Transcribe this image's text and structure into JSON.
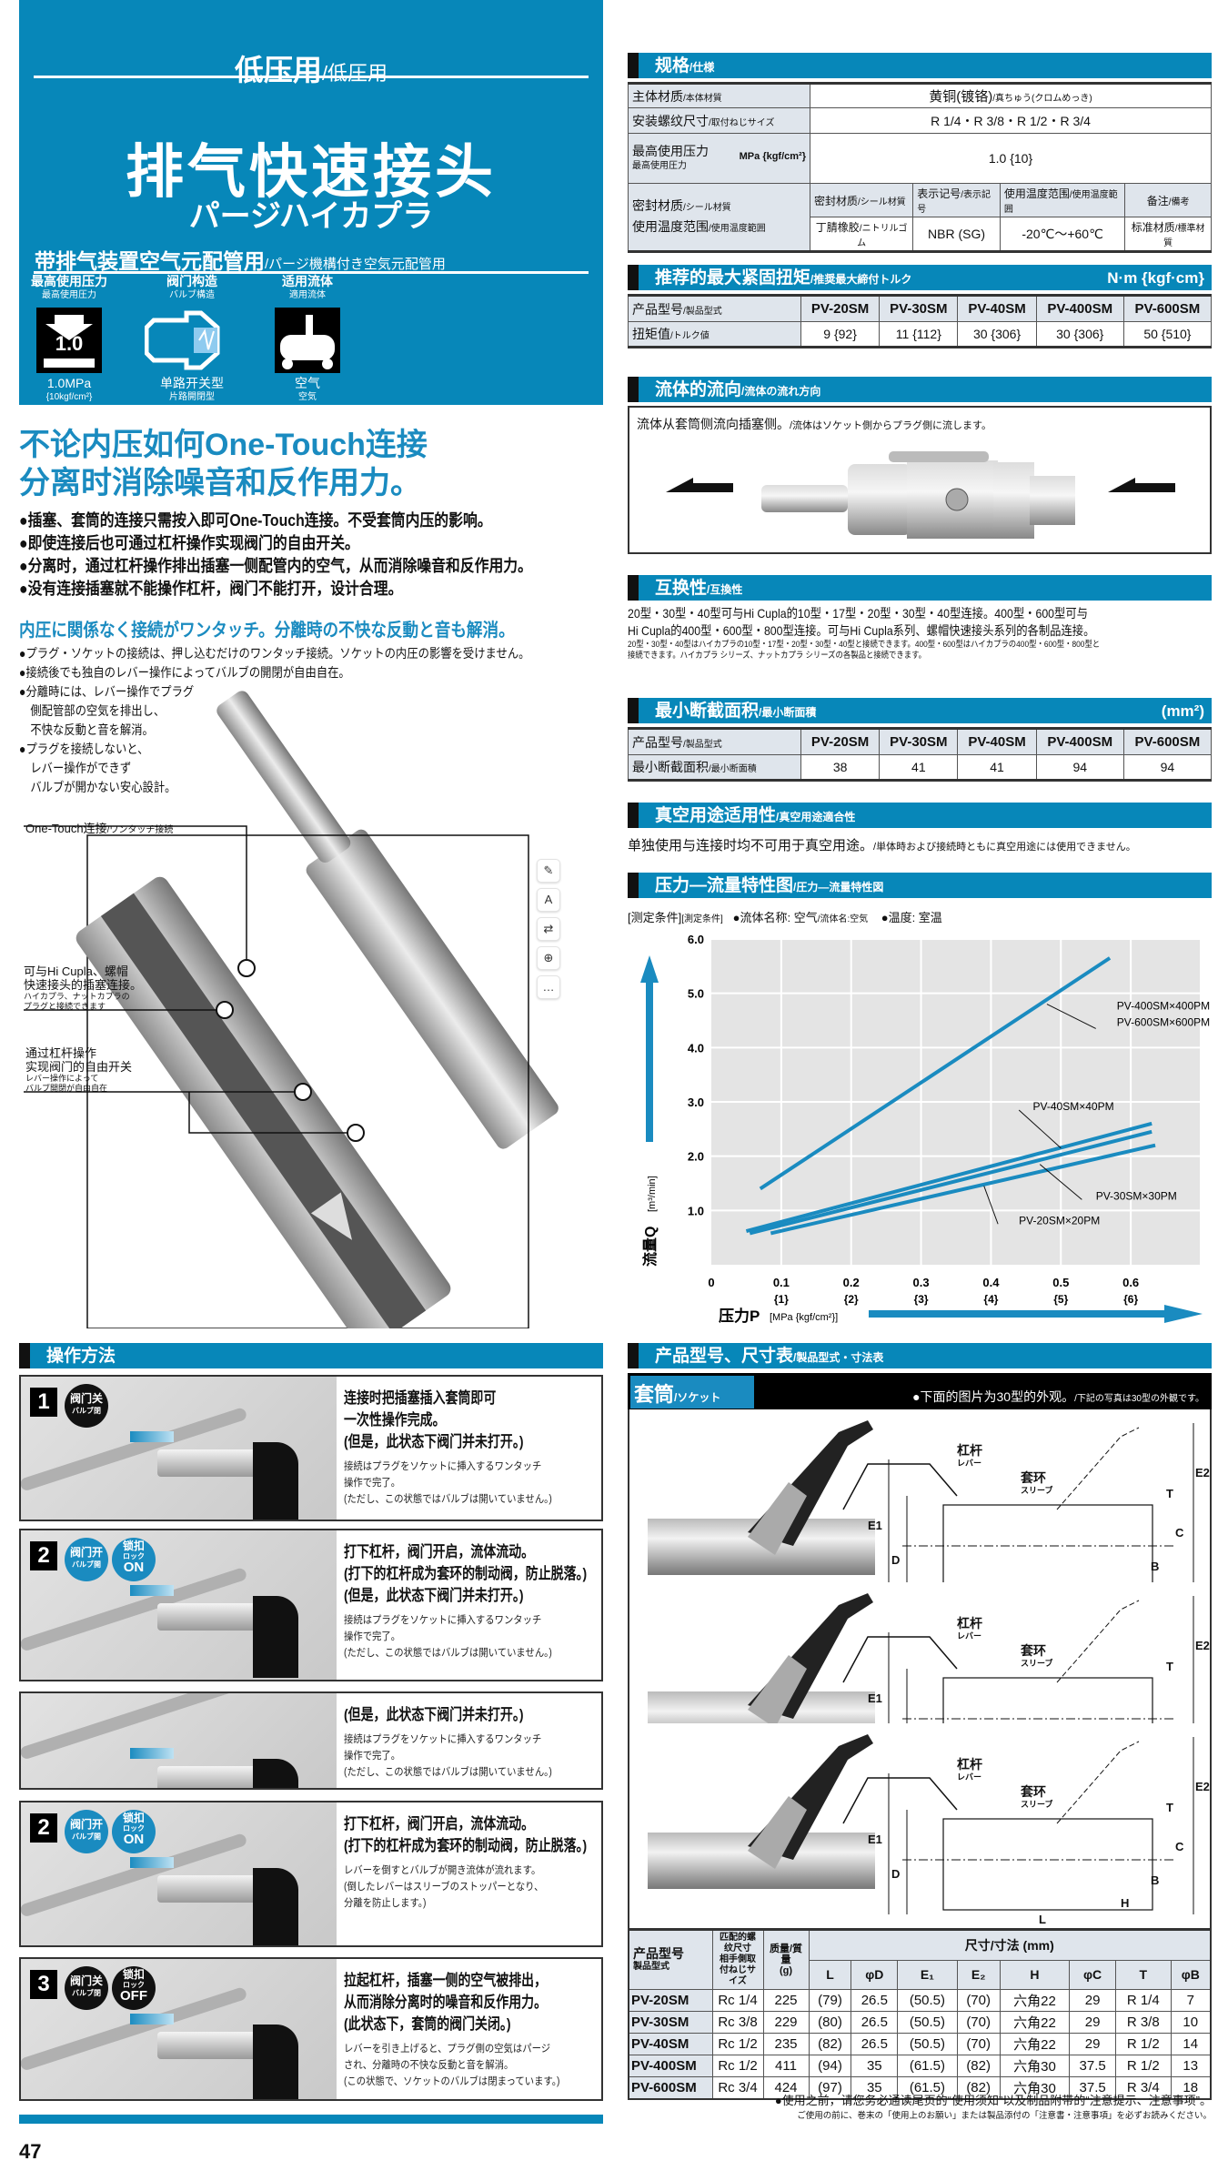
{
  "hero": {
    "category": "低压用",
    "category_ja": "/低圧用",
    "title": "排气快速接头",
    "subtitle": "パージハイカプラ",
    "use": "带排气装置空气元配管用",
    "use_ja": "/パージ機構付き空気元配管用",
    "features": [
      {
        "label": "最高使用压力",
        "label_ja": "最高使用圧力",
        "icon_value": "1.0",
        "caption": "1.0MPa",
        "caption2": "{10kgf/cm²}"
      },
      {
        "label": "阀门构造",
        "label_ja": "バルブ構造",
        "caption": "单路开关型",
        "caption2": "片路開閉型"
      },
      {
        "label": "适用流体",
        "label_ja": "適用流体",
        "caption": "空气",
        "caption2": "空気"
      }
    ]
  },
  "headline": [
    "不论内压如何One-Touch连接",
    "分离时消除噪音和反作用力。"
  ],
  "bullets": [
    "●插塞、套筒的连接只需按入即可One-Touch连接。不受套筒内压的影响。",
    "●即使连接后也可通过杠杆操作实现阀门的自由开关。",
    "●分离时，通过杠杆操作排出插塞一侧配管内的空气，从而消除噪音和反作用力。",
    "●没有连接插塞就不能操作杠杆，阀门不能打开，设计合理。"
  ],
  "jp_heading": "内圧に関係なく接続がワンタッチ。分離時の不快な反動と音も解消。",
  "jp_bullets": [
    "●プラグ・ソケットの接続は、押し込むだけのワンタッチ接続。ソケットの内圧の影響を受けません。",
    "●接続後でも独自のレバー操作によってバルブの開閉が自由自在。",
    "●分離時には、レバー操作でプラグ",
    "　側配管部の空気を排出し、",
    "　不快な反動と音を解消。",
    "●プラグを接続しないと、",
    "　レバー操作ができず",
    "　バルブが開かない安心設計。"
  ],
  "cutaway": {
    "c1": "One-Touch连接",
    "c1_ja": "/ワンタッチ接続",
    "c2": [
      "可与Hi Cupla、螺帽",
      "快速接头的插塞连接。"
    ],
    "c2_ja": [
      "ハイカプラ、ナットカプラの",
      "プラグと接続できます"
    ],
    "c3": [
      "通过杠杆操作",
      "实现阀门的自由开关"
    ],
    "c3_ja": [
      "レバー操作によって",
      "バルブ開閉が自由自在"
    ]
  },
  "toolbar": [
    "✎",
    "A",
    "⇄",
    "⊕",
    "…"
  ],
  "operation": {
    "title": "操作方法",
    "steps": [
      {
        "num": "1",
        "badges": [
          {
            "t": "阀门关",
            "s": "バルブ閉",
            "c": "black"
          }
        ],
        "zh": [
          "连接时把插塞插入套筒即可",
          "一次性操作完成。",
          "(但是，此状态下阀门并未打开。)"
        ],
        "ja": [
          "接続はプラグをソケットに挿入するワンタッチ",
          "操作で完了。",
          "(ただし、この状態ではバルブは開いていません。)"
        ]
      },
      {
        "num": "2",
        "badges": [
          {
            "t": "阀门开",
            "s": "バルブ開",
            "c": "blue"
          },
          {
            "t": "锁扣",
            "s": "ロック",
            "big": "ON",
            "c": "blue"
          }
        ],
        "zh": [
          "打下杠杆，阀门开启，流体流动。",
          "(打下的杠杆成为套环的制动阀，防止脱落。)",
          "(但是，此状态下阀门并未打开。)"
        ],
        "ja": [
          "接続はプラグをソケットに挿入するワンタッチ",
          "操作で完了。",
          "(ただし、この状態ではバルブは開いていません。)"
        ]
      },
      {
        "num": "",
        "badges": [],
        "zh": [
          "(但是，此状态下阀门并未打开。)"
        ],
        "ja": [
          "接続はプラグをソケットに挿入するワンタッチ",
          "操作で完了。",
          "(ただし、この状態ではバルブは開いていません。)"
        ]
      },
      {
        "num": "2",
        "badges": [
          {
            "t": "阀门开",
            "s": "バルブ開",
            "c": "blue"
          },
          {
            "t": "锁扣",
            "s": "ロック",
            "big": "ON",
            "c": "blue"
          }
        ],
        "zh": [
          "打下杠杆，阀门开启，流体流动。",
          "(打下的杠杆成为套环的制动阀，防止脱落。)"
        ],
        "ja": [
          "レバーを倒すとバルブが開き流体が流れます。",
          "(倒したレバーはスリーブのストッパーとなり、",
          "分離を防止します。)"
        ]
      },
      {
        "num": "3",
        "badges": [
          {
            "t": "阀门关",
            "s": "バルブ閉",
            "c": "black"
          },
          {
            "t": "锁扣",
            "s": "ロック",
            "big": "OFF",
            "c": "black"
          }
        ],
        "zh": [
          "拉起杠杆，插塞一侧的空气被排出，",
          "从而消除分离时的噪音和反作用力。",
          "(此状态下，套筒的阀门关闭。)"
        ],
        "ja": [
          "レバーを引き上げると、プラグ側の空気はパージ",
          "され、分離時の不快な反動と音を解消。",
          "(この状態で、ソケットのバルブは閉まっています。)"
        ]
      }
    ]
  },
  "page_number": "47",
  "spec": {
    "title": "规格",
    "title_ja": "/仕様",
    "rows": [
      {
        "label": "主体材质",
        "label_ja": "/本体材質",
        "value": "黄铜(镀铬)",
        "value_ja": "/真ちゅう(クロムめっき)"
      },
      {
        "label": "安装螺纹尺寸",
        "label_ja": "/取付ねじサイズ",
        "value": "R 1/4・R 3/8・R 1/2・R 3/4"
      },
      {
        "label": "最高使用压力",
        "label_ja": "最高使用圧力",
        "unit": "MPa {kgf/cm²}",
        "value": "1.0 {10}"
      }
    ],
    "seal": {
      "label": "密封材质",
      "label_ja": "/シール材質",
      "label2": "使用温度范围",
      "label2_ja": "/使用温度範囲",
      "heads": [
        [
          "密封材质",
          "/シール材質"
        ],
        [
          "表示记号",
          "/表示記号"
        ],
        [
          "使用温度范围",
          "/使用温度範囲"
        ],
        [
          "备注",
          "/備考"
        ]
      ],
      "values": [
        [
          "丁腈橡胶",
          "/ニトリルゴム"
        ],
        [
          "NBR (SG)",
          ""
        ],
        [
          "-20℃～+60℃",
          ""
        ],
        [
          "标准材质",
          "/標準材質"
        ]
      ]
    }
  },
  "torque": {
    "title": "推荐的最大紧固扭矩",
    "title_ja": "/推奨最大締付トルク",
    "unit": "N·m {kgf·cm}",
    "row_label": "产品型号",
    "row_label_ja": "/製品型式",
    "val_label": "扭矩值",
    "val_label_ja": "/トルク値",
    "models": [
      "PV-20SM",
      "PV-30SM",
      "PV-40SM",
      "PV-400SM",
      "PV-600SM"
    ],
    "values": [
      "9 {92}",
      "11 {112}",
      "30 {306}",
      "30 {306}",
      "50 {510}"
    ]
  },
  "flow_dir": {
    "title": "流体的流向",
    "title_ja": "/流体の流れ方向",
    "text": "流体从套筒侧流向插塞侧。",
    "text_ja": "/流体はソケット側からプラグ側に流します。"
  },
  "interchange": {
    "title": "互换性",
    "title_ja": "/互換性",
    "text": [
      "20型・30型・40型可与Hi Cupla的10型・17型・20型・30型・40型连接。400型・600型可与",
      "Hi Cupla的400型・600型・800型连接。可与Hi Cupla系列、螺帽快速接头系列的各制品连接。"
    ],
    "text_ja": [
      "20型・30型・40型はハイカプラの10型・17型・20型・30型・40型と接続できます。400型・600型はハイカプラの400型・600型・800型と",
      "接続できます。ハイカプラ シリーズ、ナットカプラ シリーズの各製品と接続できます。"
    ]
  },
  "area": {
    "title": "最小断截面积",
    "title_ja": "/最小断面積",
    "unit": "(mm²)",
    "row_label": "产品型号",
    "row_label_ja": "/製品型式",
    "val_label": "最小断截面积",
    "val_label_ja": "/最小断面積",
    "values": [
      "38",
      "41",
      "41",
      "94",
      "94"
    ]
  },
  "vacuum": {
    "title": "真空用途适用性",
    "title_ja": "/真空用途適合性",
    "text": "单独使用与连接时均不可用于真空用途。",
    "text_ja": "/単体時および接続時ともに真空用途には使用できません。"
  },
  "flowchart": {
    "title": "压力—流量特性图",
    "title_ja": "/圧力—流量特性図",
    "cond": "[测定条件]",
    "cond_ja": "[測定条件]",
    "fluid": "●流体名称: 空气",
    "fluid_ja": "/流体名:空気",
    "temp": "●温度: 室温"
  },
  "chart_data": {
    "type": "line",
    "xlabel": "压力P",
    "xunit": "[MPa {kgf/cm²}]",
    "ylabel": "流量Q",
    "yunit": "[m³/min]",
    "xlim": [
      0,
      0.7
    ],
    "ylim": [
      0,
      6.0
    ],
    "grid": true,
    "xticks": [
      "0",
      "0.1",
      "0.2",
      "0.3",
      "0.4",
      "0.5",
      "0.6"
    ],
    "xticks2": [
      "",
      "{1}",
      "{2}",
      "{3}",
      "{4}",
      "{5}",
      "{6}"
    ],
    "yticks": [
      "1.0",
      "2.0",
      "3.0",
      "4.0",
      "5.0",
      "6.0"
    ],
    "series": [
      {
        "name": "PV-400SM×400PM",
        "name2": "PV-600SM×600PM",
        "x": [
          0.07,
          0.57
        ],
        "y": [
          1.4,
          5.65
        ]
      },
      {
        "name": "PV-40SM×40PM",
        "x": [
          0.05,
          0.63
        ],
        "y": [
          0.62,
          2.6
        ]
      },
      {
        "name": "PV-30SM×30PM",
        "x": [
          0.055,
          0.63
        ],
        "y": [
          0.58,
          2.45
        ]
      },
      {
        "name": "PV-20SM×20PM",
        "x": [
          0.085,
          0.635
        ],
        "y": [
          0.58,
          2.2
        ]
      }
    ],
    "color": "#1a8bc0"
  },
  "products": {
    "title": "产品型号、尺寸表",
    "title_ja": "/製品型式・寸法表",
    "socket": "套筒",
    "socket_ja": "/ソケット",
    "note": "●下面的图片为30型的外观。",
    "note_ja": "/下記の写真は30型の外観です。",
    "labels": {
      "lever": "杠杆",
      "lever_ja": "レバー",
      "sleeve": "套环",
      "sleeve_ja": "スリーブ",
      "E1": "E1",
      "E2": "E2",
      "D": "D",
      "T": "T",
      "B": "B",
      "C": "C",
      "L": "L",
      "H": "H"
    },
    "head": {
      "model": "产品型号",
      "model_ja": "製品型式",
      "thread": "匹配的螺纹尺寸",
      "thread_ja": "相手側取付ねじサイズ",
      "mass": "质量/質量",
      "mass_unit": "(g)",
      "dims": "尺寸/寸法 (mm)",
      "cols": [
        "L",
        "φD",
        "E₁",
        "E₂",
        "H",
        "φC",
        "T",
        "φB"
      ]
    },
    "rows": [
      [
        "PV-20SM",
        "Rc 1/4",
        "225",
        "(79)",
        "26.5",
        "(50.5)",
        "(70)",
        "六角22",
        "29",
        "R 1/4",
        "7"
      ],
      [
        "PV-30SM",
        "Rc 3/8",
        "229",
        "(80)",
        "26.5",
        "(50.5)",
        "(70)",
        "六角22",
        "29",
        "R 3/8",
        "10"
      ],
      [
        "PV-40SM",
        "Rc 1/2",
        "235",
        "(82)",
        "26.5",
        "(50.5)",
        "(70)",
        "六角22",
        "29",
        "R 1/2",
        "14"
      ],
      [
        "PV-400SM",
        "Rc 1/2",
        "411",
        "(94)",
        "35",
        "(61.5)",
        "(82)",
        "六角30",
        "37.5",
        "R 1/2",
        "13"
      ],
      [
        "PV-600SM",
        "Rc 3/4",
        "424",
        "(97)",
        "35",
        "(61.5)",
        "(82)",
        "六角30",
        "37.5",
        "R 3/4",
        "18"
      ]
    ],
    "footer": "●使用之前，请您务必通读尾页的“使用须知”以及制品附带的“注意提示、注意事项”。",
    "footer_ja": "ご使用の前に、巻末の「使用上のお願い」または製品添付の「注意書・注意事項」を必ずお読みください。"
  }
}
